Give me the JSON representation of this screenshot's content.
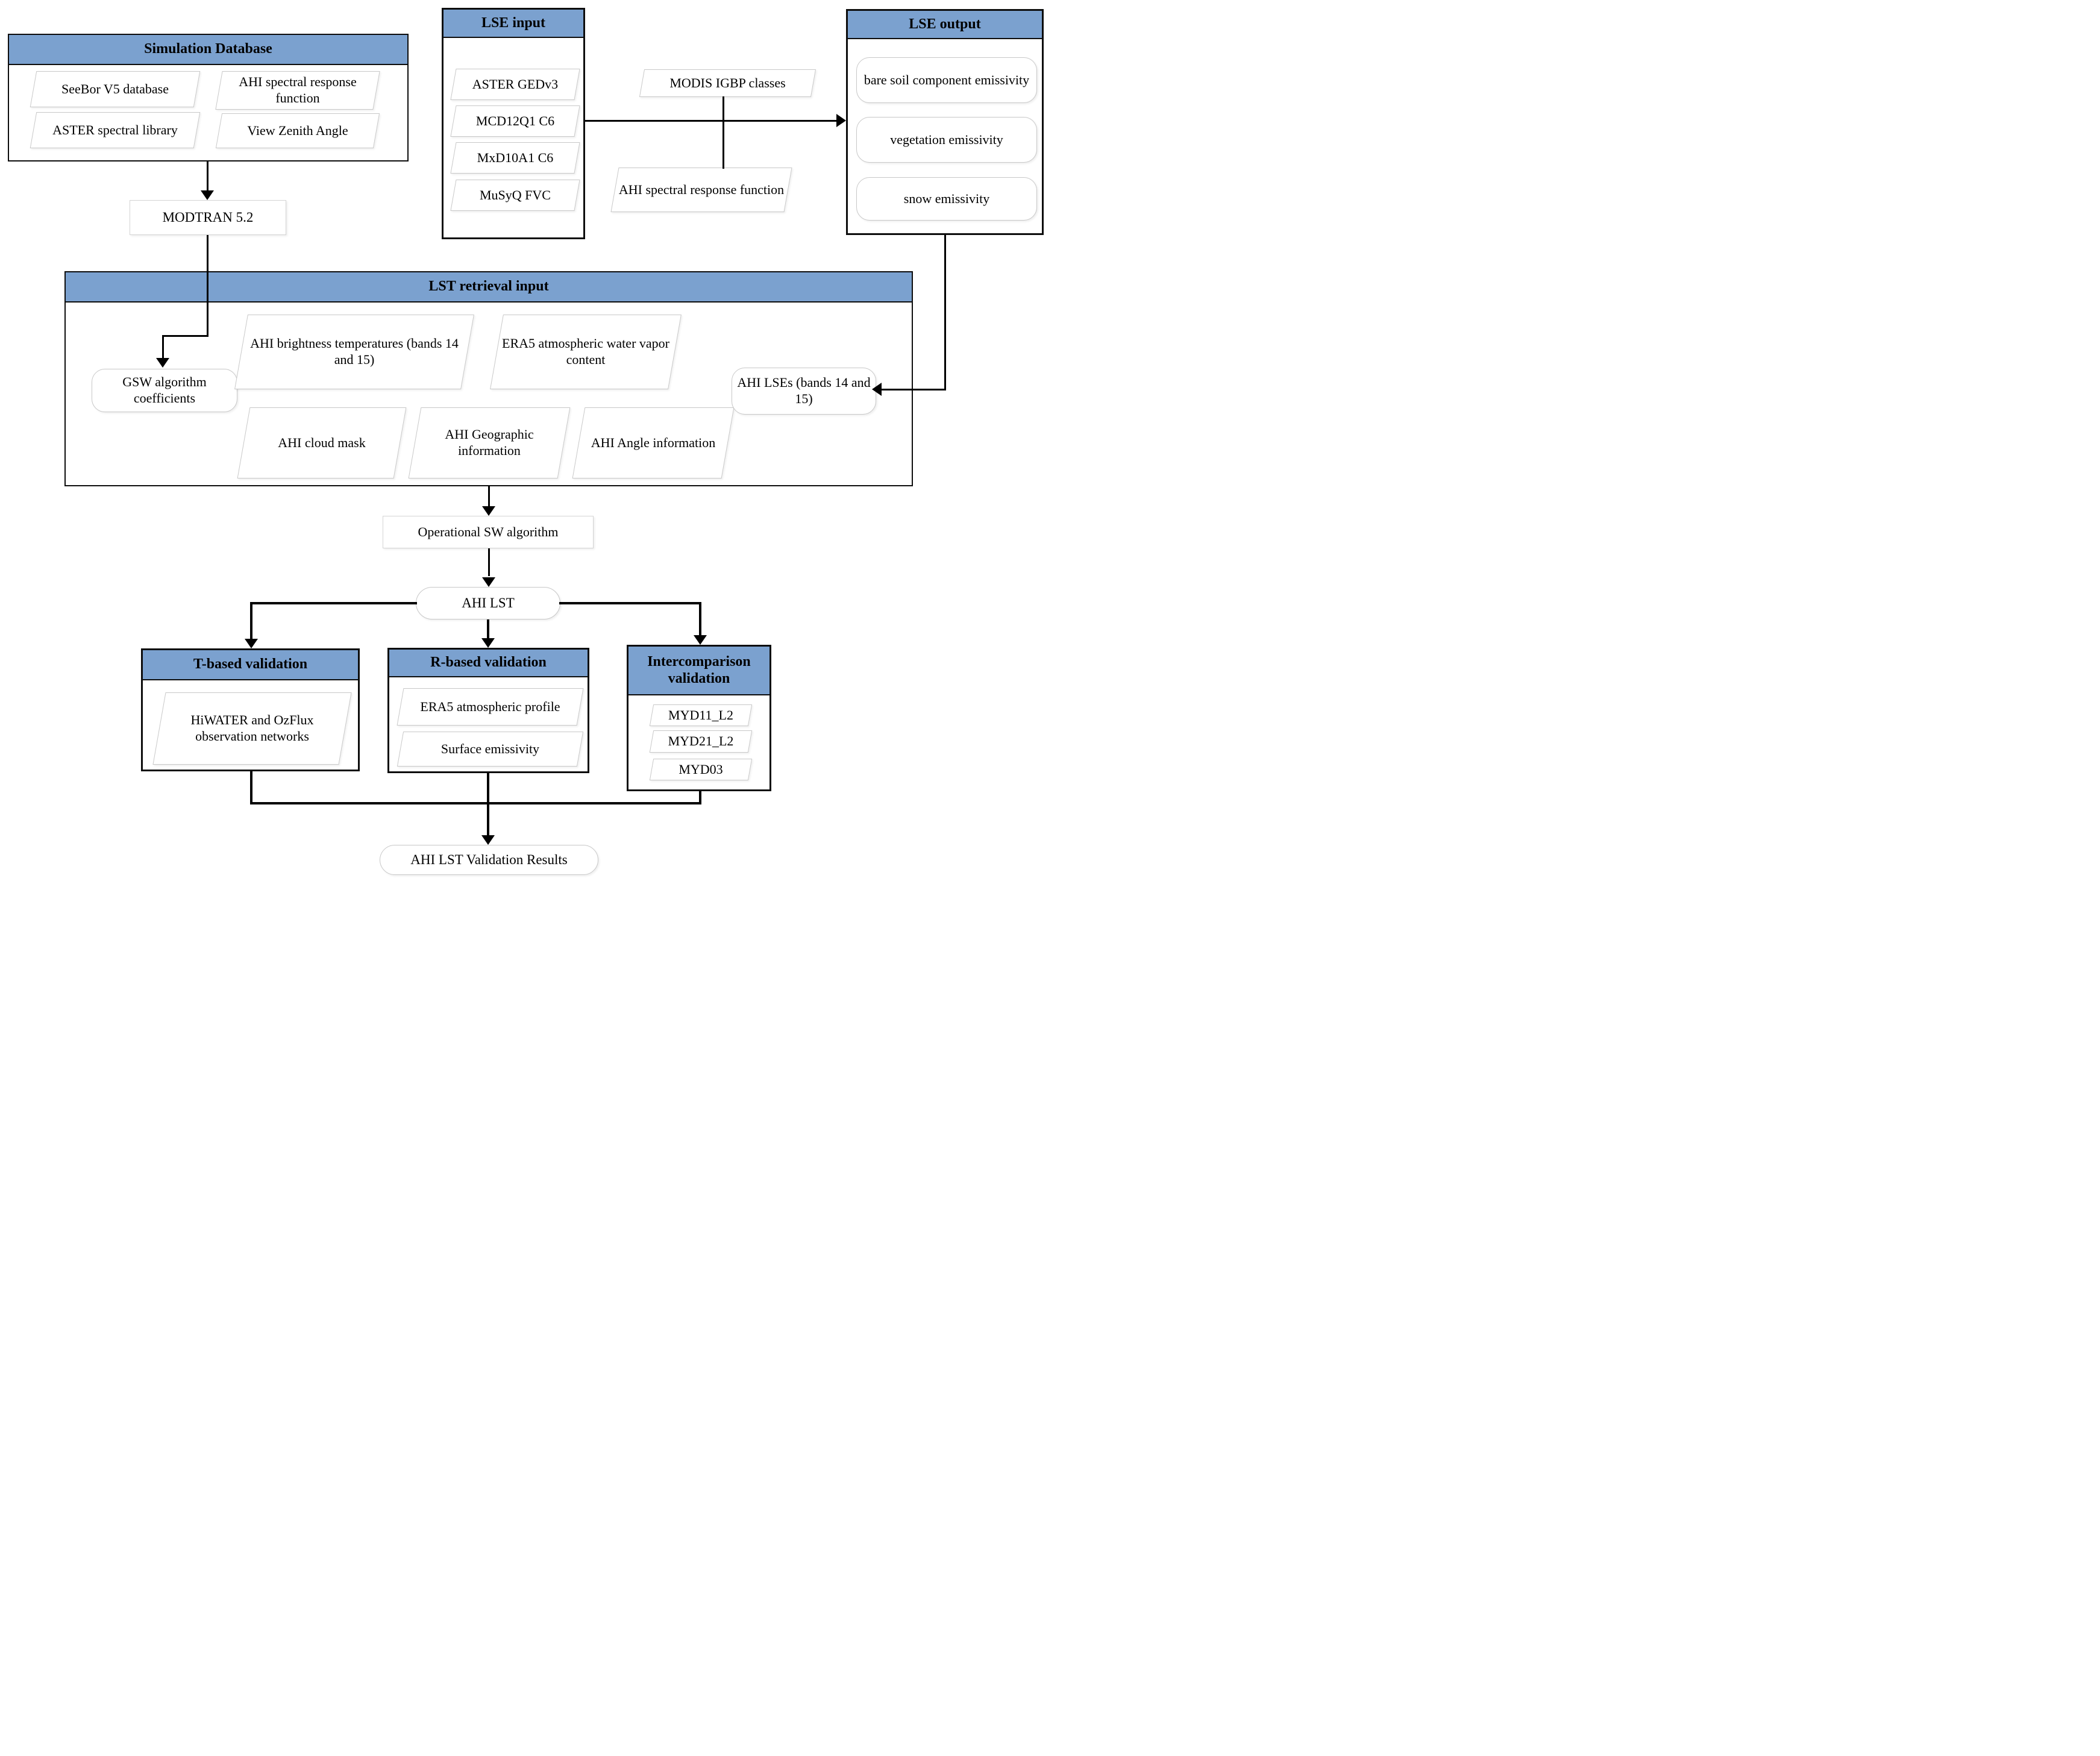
{
  "diagram": {
    "colors": {
      "header_blue": "#7ba1cf",
      "line": "#000000",
      "shape_border": "#c8c8c8"
    },
    "sim_db": {
      "title": "Simulation Database",
      "items": [
        "SeeBor V5 database",
        "AHI spectral response function",
        "ASTER spectral library",
        "View Zenith Angle"
      ]
    },
    "modtran": {
      "label": "MODTRAN 5.2"
    },
    "lse_input": {
      "title": "LSE input",
      "items": [
        "ASTER GEDv3",
        "MCD12Q1 C6",
        "MxD10A1 C6",
        "MuSyQ FVC"
      ]
    },
    "middle": {
      "modis_igbp": "MODIS IGBP classes",
      "ahi_srf": "AHI spectral response function"
    },
    "lse_output": {
      "title": "LSE output",
      "items": [
        "bare soil component emissivity",
        "vegetation emissivity",
        "snow emissivity"
      ]
    },
    "lst_input": {
      "title": "LST retrieval input",
      "gsw": "GSW algorithm coefficients",
      "items": [
        "AHI brightness temperatures (bands 14 and 15)",
        "ERA5 atmospheric water vapor content",
        "AHI cloud mask",
        "AHI Geographic information",
        "AHI Angle information"
      ],
      "lses": "AHI LSEs (bands 14 and 15)"
    },
    "op_sw": {
      "label": "Operational SW algorithm"
    },
    "ahi_lst": {
      "label": "AHI LST"
    },
    "t_based": {
      "title": "T-based validation",
      "item": "HiWATER and OzFlux observation networks"
    },
    "r_based": {
      "title": "R-based validation",
      "items": [
        "ERA5 atmospheric profile",
        "Surface emissivity"
      ]
    },
    "intercomparison": {
      "title": "Intercomparison validation",
      "items": [
        "MYD11_L2",
        "MYD21_L2",
        "MYD03"
      ]
    },
    "results": {
      "label": "AHI LST Validation Results"
    }
  }
}
